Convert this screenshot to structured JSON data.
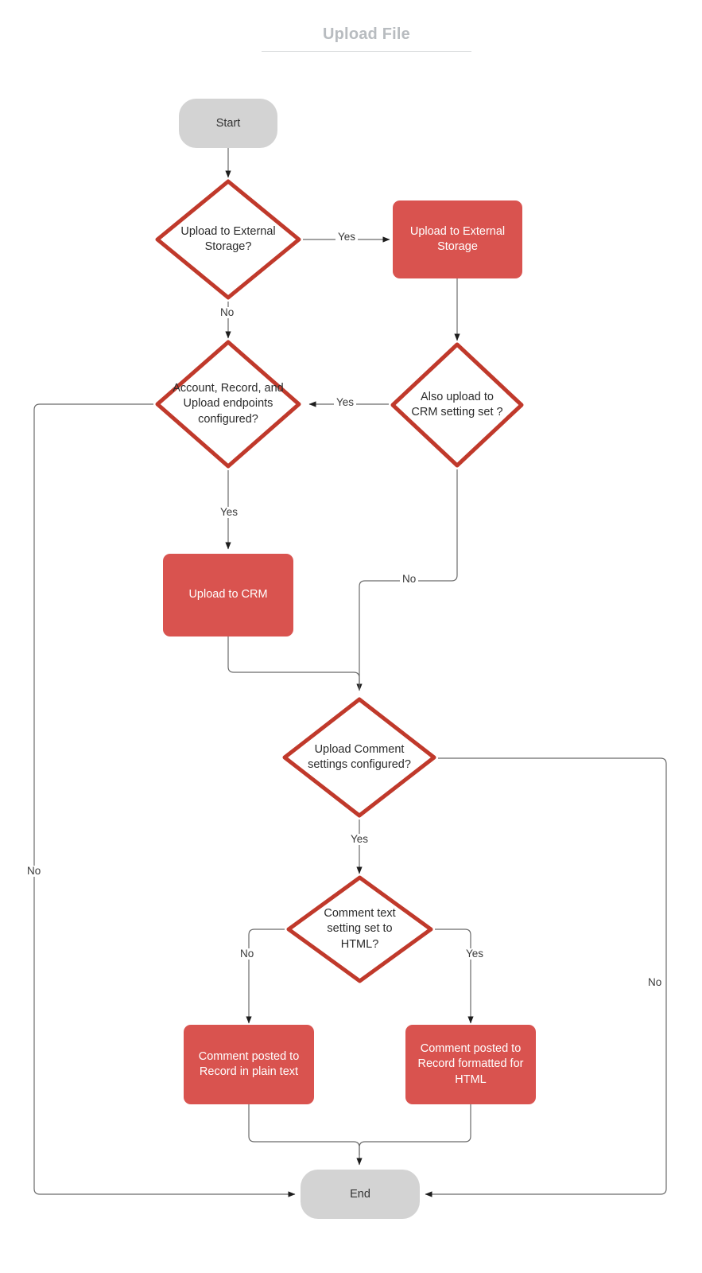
{
  "diagram": {
    "title": "Upload File",
    "accent_red": "#d9534f",
    "diamond_stroke": "#c0392b",
    "terminal_fill": "#d3d3d3",
    "edge_color": "#666666",
    "title_color": "#b8bcc0",
    "background": "#ffffff"
  },
  "nodes": {
    "start": {
      "label": "Start",
      "type": "terminal"
    },
    "upload_external_q": {
      "label_line1": "Upload to External",
      "label_line2": "Storage?",
      "type": "decision"
    },
    "upload_external_do": {
      "label_line1": "Upload to External",
      "label_line2": "Storage",
      "type": "process"
    },
    "endpoints_q": {
      "label_line1": "Account, Record, and",
      "label_line2": "Upload endpoints",
      "label_line3": "configured?",
      "type": "decision"
    },
    "also_crm_q": {
      "label_line1": "Also upload to",
      "label_line2": "CRM setting set ?",
      "type": "decision"
    },
    "upload_crm_do": {
      "label_line1": "Upload to CRM",
      "type": "process"
    },
    "comment_settings_q": {
      "label_line1": "Upload Comment",
      "label_line2": "settings configured?",
      "type": "decision"
    },
    "comment_html_q": {
      "label_line1": "Comment text",
      "label_line2": "setting set to",
      "label_line3": "HTML?",
      "type": "decision"
    },
    "comment_plain_do": {
      "label_line1": "Comment posted to",
      "label_line2": "Record in plain text",
      "type": "process"
    },
    "comment_html_do": {
      "label_line1": "Comment posted to",
      "label_line2": "Record formatted for",
      "label_line3": "HTML",
      "type": "process"
    },
    "end": {
      "label": "End",
      "type": "terminal"
    }
  },
  "edge_labels": {
    "external_yes": "Yes",
    "external_no": "No",
    "crm_yes": "Yes",
    "crm_no": "No",
    "endpoints_yes": "Yes",
    "endpoints_no": "No",
    "comment_settings_yes": "Yes",
    "comment_settings_no": "No",
    "html_no": "No",
    "html_yes": "Yes"
  }
}
